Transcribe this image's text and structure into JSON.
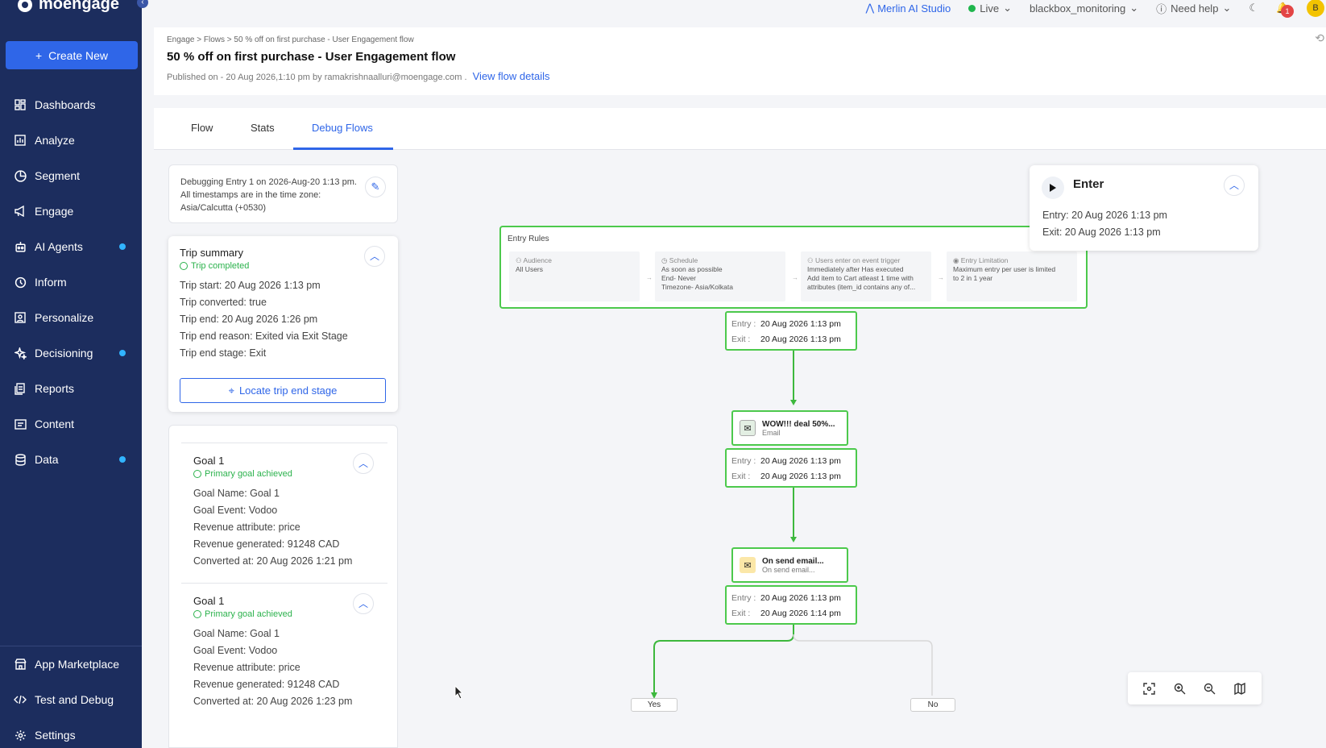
{
  "app": {
    "logo": "moengage"
  },
  "sidebar": {
    "create_label": "Create New",
    "items": [
      {
        "label": "Dashboards",
        "icon": "dashboard-icon",
        "dot": false
      },
      {
        "label": "Analyze",
        "icon": "analyze-icon",
        "dot": false
      },
      {
        "label": "Segment",
        "icon": "segment-icon",
        "dot": false
      },
      {
        "label": "Engage",
        "icon": "megaphone-icon",
        "dot": false
      },
      {
        "label": "AI Agents",
        "icon": "robot-icon",
        "dot": true
      },
      {
        "label": "Inform",
        "icon": "inform-icon",
        "dot": false
      },
      {
        "label": "Personalize",
        "icon": "personalize-icon",
        "dot": false
      },
      {
        "label": "Decisioning",
        "icon": "sparkle-icon",
        "dot": true
      },
      {
        "label": "Reports",
        "icon": "reports-icon",
        "dot": false
      },
      {
        "label": "Content",
        "icon": "content-icon",
        "dot": false
      },
      {
        "label": "Data",
        "icon": "database-icon",
        "dot": true
      }
    ],
    "bottom_items": [
      {
        "label": "App Marketplace",
        "icon": "marketplace-icon"
      },
      {
        "label": "Test and Debug",
        "icon": "code-icon"
      },
      {
        "label": "Settings",
        "icon": "gear-icon"
      }
    ],
    "accent_dot_color": "#31b4ff"
  },
  "topbar": {
    "merlin": "Merlin AI Studio",
    "env": "Live",
    "workspace": "blackbox_monitoring",
    "help": "Need help",
    "notif_count": "1",
    "avatar": "B"
  },
  "header": {
    "breadcrumb": [
      "Engage",
      "Flows",
      "50 % off on first purchase - User Engagement flow"
    ],
    "title": "50 % off on first purchase - User Engagement flow",
    "published": "Published on - 20 Aug 2026,1:10 pm by ramakrishnaalluri@moengage.com .",
    "view_details": "View flow details"
  },
  "tabs": [
    {
      "label": "Flow"
    },
    {
      "label": "Stats"
    },
    {
      "label": "Debug Flows"
    }
  ],
  "debug": {
    "line1": "Debugging Entry 1 on 2026-Aug-20 1:13 pm.",
    "line2": "All timestamps are in the time zone:",
    "line3": "Asia/Calcutta (+0530)"
  },
  "trip": {
    "title": "Trip summary",
    "status": "Trip completed",
    "rows": [
      "Trip start: 20 Aug 2026 1:13 pm",
      "Trip converted: true",
      "Trip end: 20 Aug 2026 1:26 pm",
      "Trip end reason: Exited via Exit Stage",
      "Trip end stage: Exit"
    ],
    "locate_label": "Locate trip end stage"
  },
  "goals": [
    {
      "title": "Goal 1",
      "status": "Primary goal achieved",
      "rows": [
        "Goal Name: Goal 1",
        "Goal Event: Vodoo",
        "Revenue attribute: price",
        "Revenue generated: 91248 CAD",
        "Converted at: 20 Aug 2026 1:21 pm"
      ]
    },
    {
      "title": "Goal 1",
      "status": "Primary goal achieved",
      "rows": [
        "Goal Name: Goal 1",
        "Goal Event: Vodoo",
        "Revenue attribute: price",
        "Revenue generated: 91248 CAD",
        "Converted at: 20 Aug 2026 1:23 pm"
      ]
    }
  ],
  "entry_rules": {
    "title": "Entry Rules",
    "boxes": [
      {
        "label": "Audience",
        "lines": [
          "All Users"
        ]
      },
      {
        "label": "Schedule",
        "lines": [
          "As soon as possible",
          "End- Never",
          "Timezone- Asia/Kolkata"
        ]
      },
      {
        "label": "Users enter on event trigger",
        "lines": [
          "Immediately after Has executed",
          "Add item to Cart atleast 1 time with",
          "attributes (item_id contains any of..."
        ]
      },
      {
        "label": "Entry Limitation",
        "lines": [
          "Maximum entry per user is limited",
          "to 2 in 1 year"
        ]
      }
    ]
  },
  "times_labels": {
    "entry": "Entry :",
    "exit": "Exit :"
  },
  "times": [
    {
      "entry": "20 Aug 2026  1:13 pm",
      "exit": "20 Aug 2026  1:13 pm"
    },
    {
      "entry": "20 Aug 2026  1:13 pm",
      "exit": "20 Aug 2026  1:13 pm"
    },
    {
      "entry": "20 Aug 2026  1:13 pm",
      "exit": "20 Aug 2026  1:14 pm"
    }
  ],
  "nodes": [
    {
      "title": "WOW!!! deal 50%...",
      "subtitle": "Email"
    },
    {
      "title": "On send email...",
      "subtitle": "On send email..."
    }
  ],
  "branches": {
    "yes": "Yes",
    "no": "No"
  },
  "enter_panel": {
    "title": "Enter",
    "entry": "Entry: 20 Aug 2026 1:13 pm",
    "exit": "Exit: 20 Aug 2026 1:13 pm"
  },
  "colors": {
    "sidebar": "#1c2d5e",
    "primary": "#2f66e8",
    "success": "#4cc94c"
  }
}
